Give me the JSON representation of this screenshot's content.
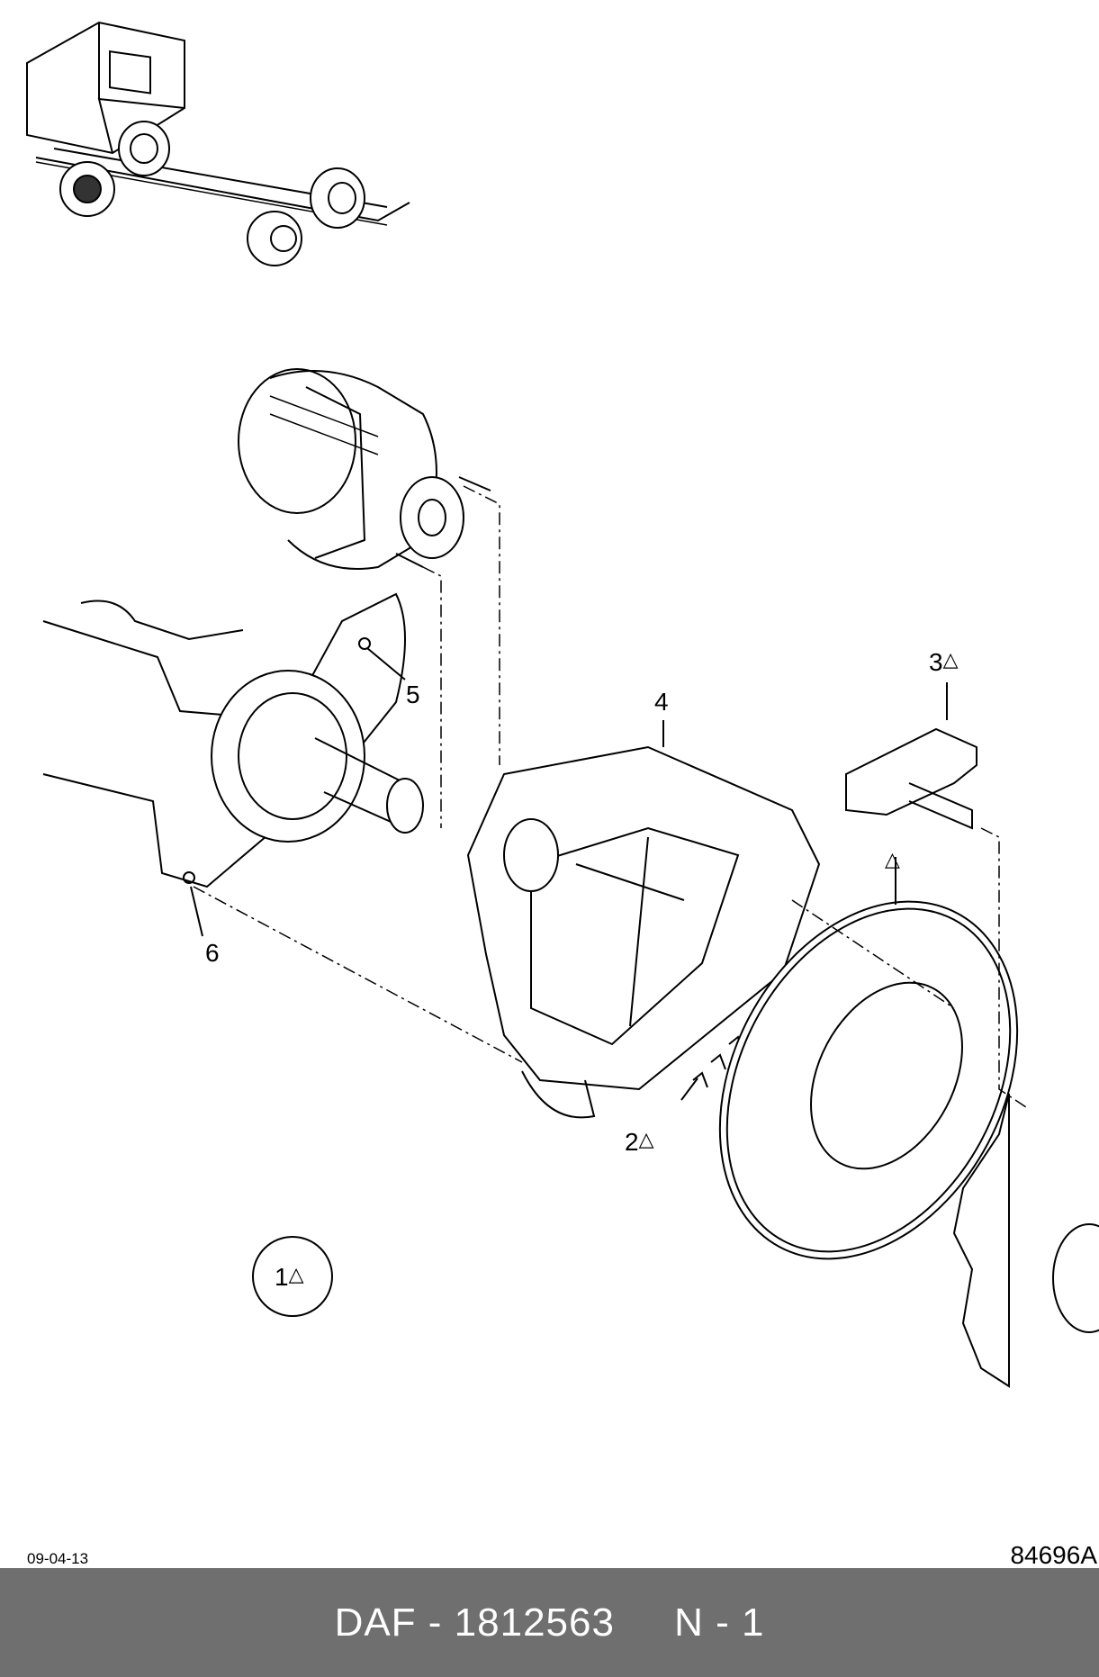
{
  "callouts": {
    "c1": "1",
    "c2": "2",
    "c3": "3",
    "c4": "4",
    "c5": "5",
    "c6": "6",
    "triangle": "△"
  },
  "meta": {
    "date": "09-04-13",
    "drawing_number": "84696A"
  },
  "footer": {
    "text": "DAF - 1812563     N - 1",
    "background": "#6f6f6f"
  }
}
